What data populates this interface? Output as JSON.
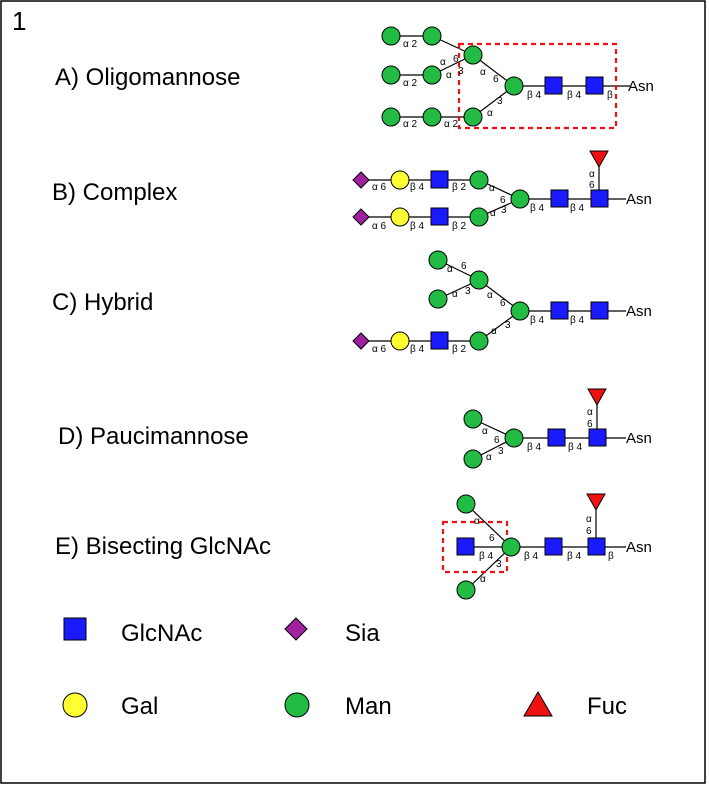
{
  "panel_number": "1",
  "rows": [
    {
      "id": "oligomannose",
      "label": "A) Oligomannose"
    },
    {
      "id": "complex",
      "label": "B) Complex"
    },
    {
      "id": "hybrid",
      "label": "C) Hybrid"
    },
    {
      "id": "paucimannose",
      "label": "D) Paucimannose"
    },
    {
      "id": "bisecting",
      "label": "E) Bisecting GlcNAc"
    }
  ],
  "anchor_label": "Asn",
  "linkage": {
    "alpha": "α",
    "beta": "β",
    "two": "2",
    "three": "3",
    "four": "4",
    "six": "6",
    "beta4": "β 4",
    "beta2": "β 2",
    "alpha2": "α 2",
    "alpha6": "α 6",
    "alpha3": "α 3",
    "alpha6_r": "α 6"
  },
  "legend": [
    {
      "id": "glcnac",
      "label": "GlcNAc",
      "shape": "square",
      "color": "#0000ff"
    },
    {
      "id": "sia",
      "label": "Sia",
      "shape": "diamond",
      "color": "#a020a0"
    },
    {
      "id": "gal",
      "label": "Gal",
      "shape": "circle",
      "color": "#ffff00"
    },
    {
      "id": "man",
      "label": "Man",
      "shape": "circle",
      "color": "#00c000"
    },
    {
      "id": "fuc",
      "label": "Fuc",
      "shape": "triangle",
      "color": "#ff0000"
    }
  ],
  "colors": {
    "glcnac": "#1a1aff",
    "man": "#22bb44",
    "gal": "#ffff33",
    "sia": "#a020a0",
    "fuc": "#ee1111",
    "highlight_box": "#ee1111",
    "line": "#000000"
  }
}
